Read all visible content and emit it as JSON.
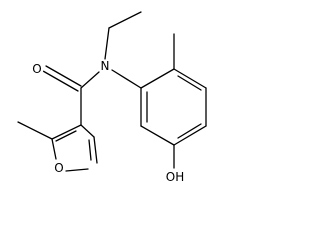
{
  "molecule": {
    "atom_labels": {
      "oxygen_carbonyl": "O",
      "nitrogen": "N",
      "oxygen_furan": "O",
      "hydroxyl": "OH"
    },
    "colors": {
      "bond": "#000000",
      "text": "#000000",
      "background": "#ffffff"
    }
  }
}
